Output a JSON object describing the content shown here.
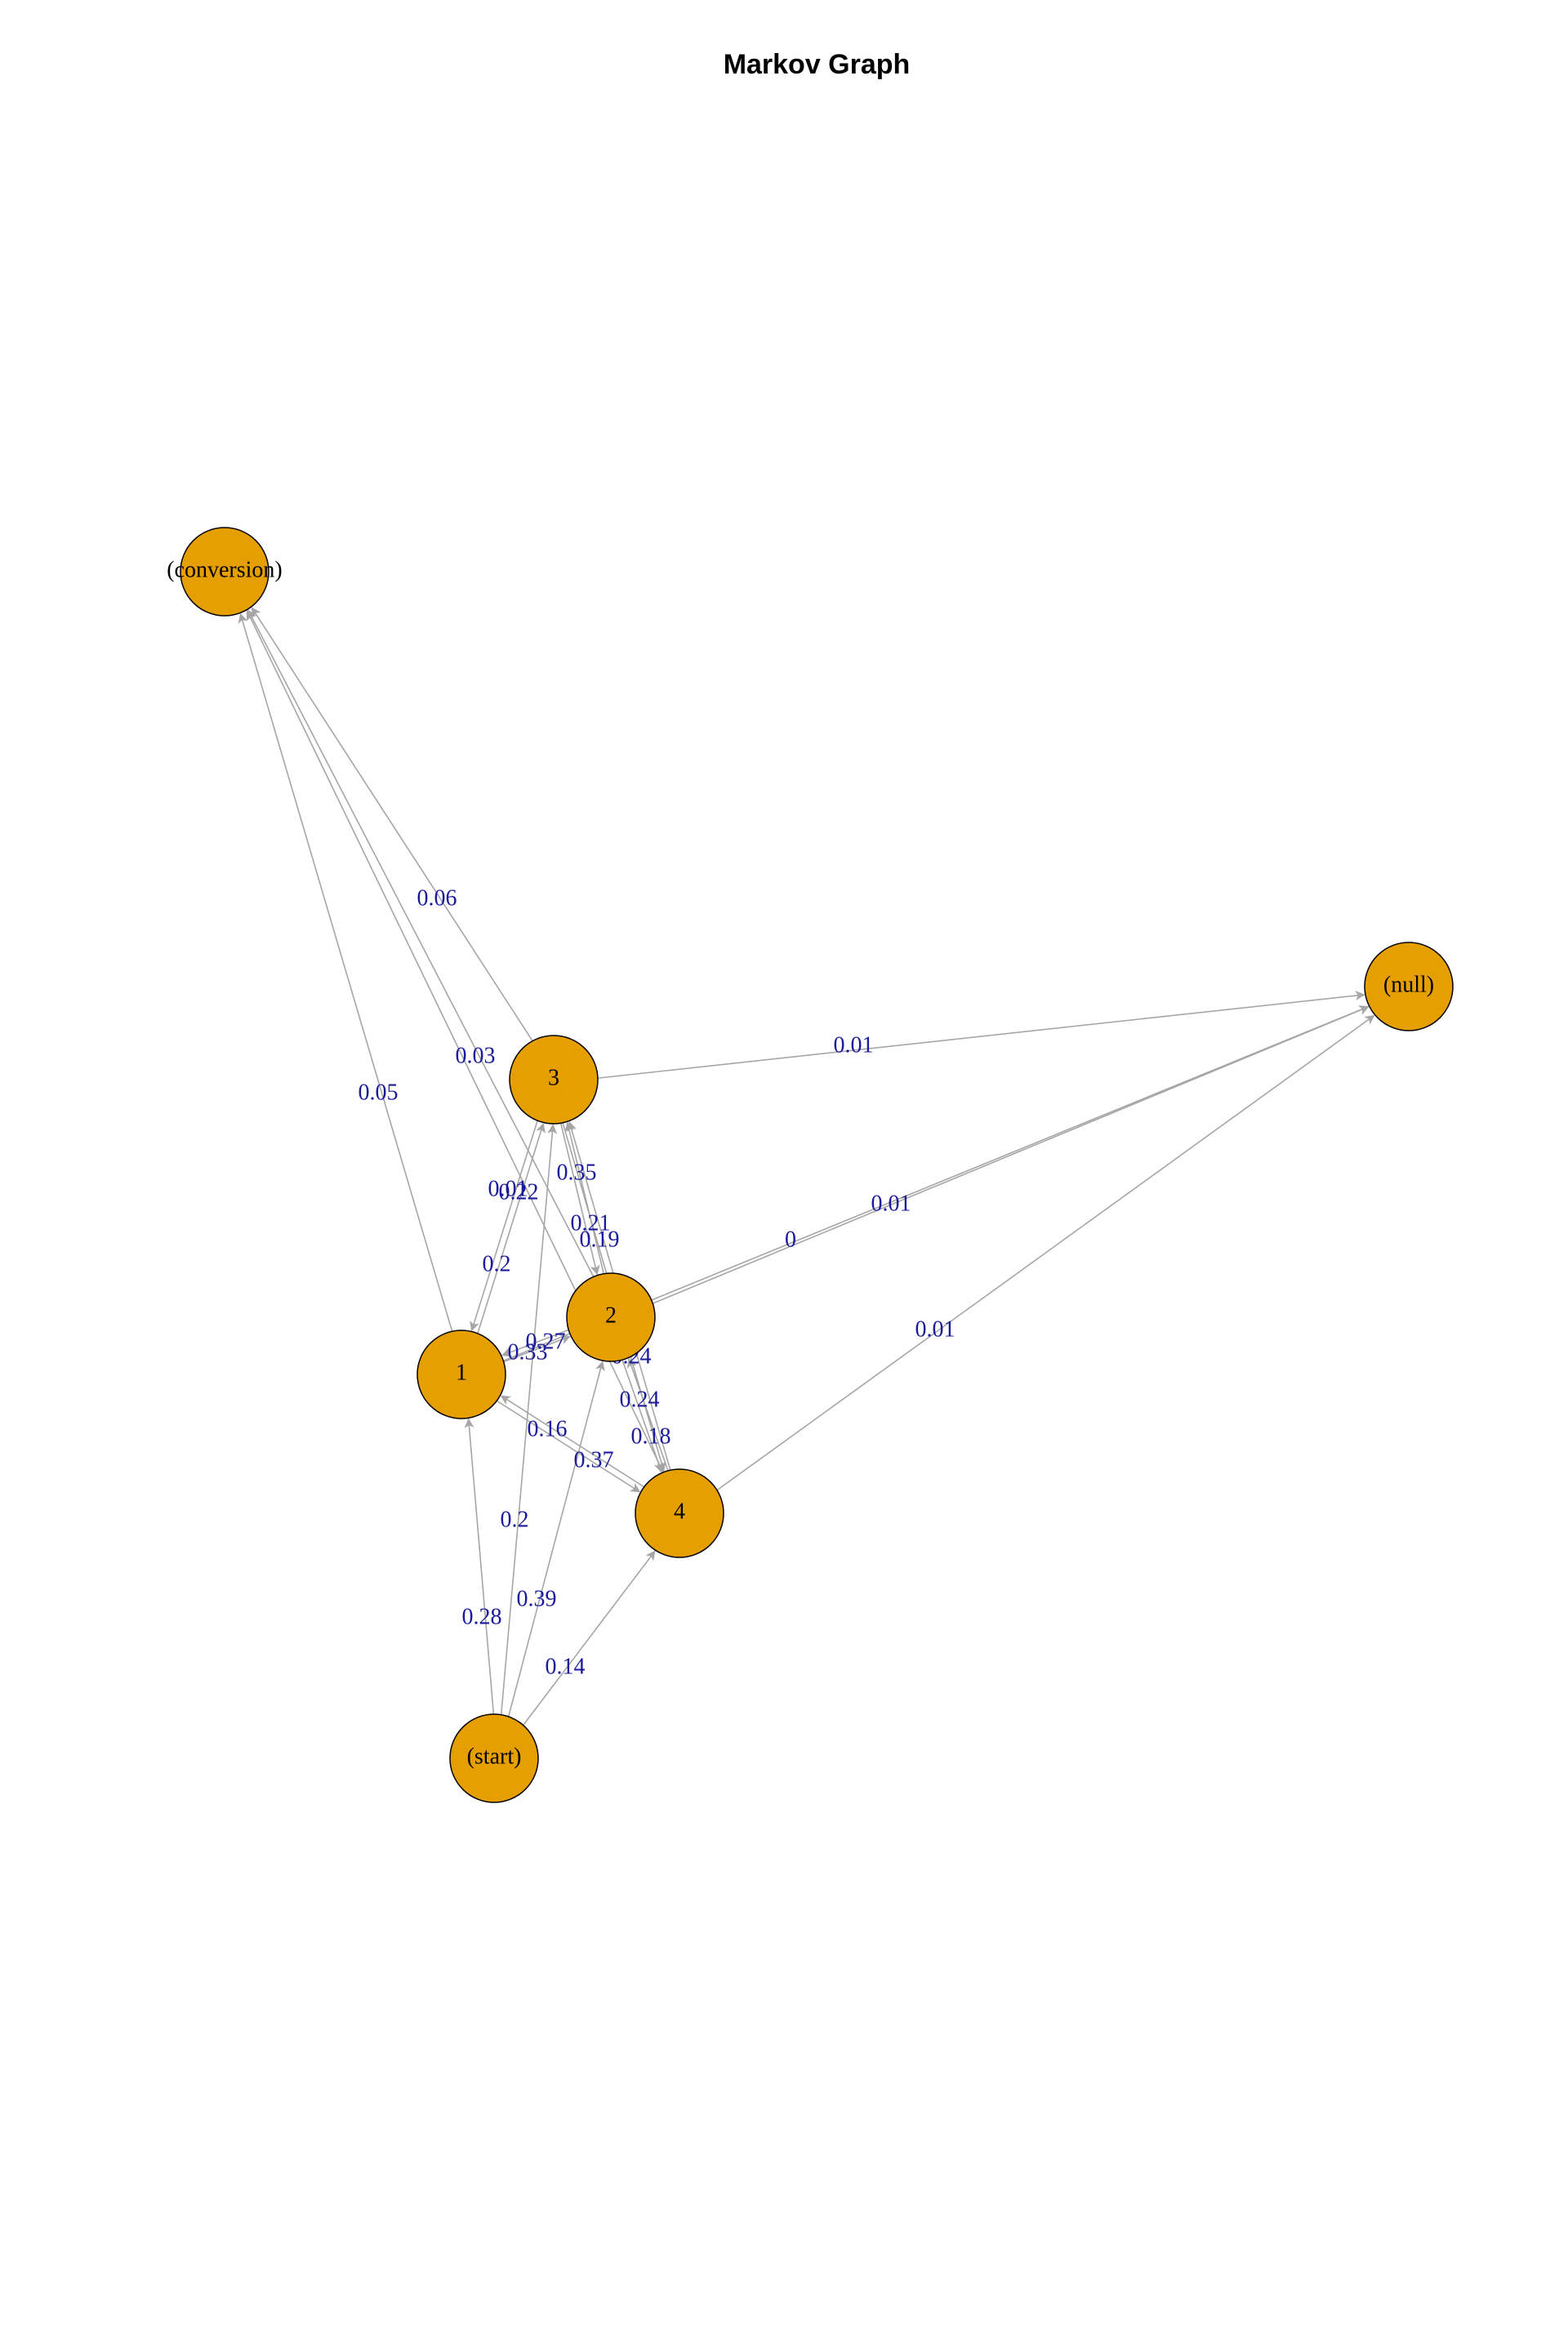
{
  "title": "Markov Graph",
  "colors": {
    "node_fill": "#E69F00",
    "node_stroke": "#000000",
    "edge": "#A6A6A6",
    "edge_label": "#1A1A9C"
  },
  "nodes": [
    {
      "id": "conversion",
      "label": "(conversion)"
    },
    {
      "id": "null",
      "label": "(null)"
    },
    {
      "id": "n3",
      "label": "3"
    },
    {
      "id": "n2",
      "label": "2"
    },
    {
      "id": "n1",
      "label": "1"
    },
    {
      "id": "n4",
      "label": "4"
    },
    {
      "id": "start",
      "label": "(start)"
    }
  ],
  "edges": [
    {
      "from": "n1",
      "to": "conversion",
      "label": "0.05"
    },
    {
      "from": "n3",
      "to": "conversion",
      "label": "0.06"
    },
    {
      "from": "n2",
      "to": "conversion",
      "label": "0.03"
    },
    {
      "from": "n4",
      "to": "conversion",
      "label": "0.01"
    },
    {
      "from": "n3",
      "to": "null",
      "label": "0.01"
    },
    {
      "from": "n2",
      "to": "null",
      "label": "0.01"
    },
    {
      "from": "n1",
      "to": "null",
      "label": "0"
    },
    {
      "from": "n4",
      "to": "null",
      "label": "0.01"
    },
    {
      "from": "n2",
      "to": "n3",
      "label": "0.35"
    },
    {
      "from": "n3",
      "to": "n2",
      "label": "0.21"
    },
    {
      "from": "n4",
      "to": "n3",
      "label": "0.19"
    },
    {
      "from": "n1",
      "to": "n3",
      "label": "0.22"
    },
    {
      "from": "n3",
      "to": "n1",
      "label": "0.2"
    },
    {
      "from": "n1",
      "to": "n2",
      "label": "0.33"
    },
    {
      "from": "n2",
      "to": "n1",
      "label": "0.27"
    },
    {
      "from": "n2",
      "to": "n4",
      "label": "0.24"
    },
    {
      "from": "n4",
      "to": "n2",
      "label": "0.24"
    },
    {
      "from": "n1",
      "to": "n4",
      "label": "0.37"
    },
    {
      "from": "n4",
      "to": "n1",
      "label": "0.16"
    },
    {
      "from": "n3",
      "to": "n4",
      "label": "0.18"
    },
    {
      "from": "start",
      "to": "n1",
      "label": "0.28"
    },
    {
      "from": "start",
      "to": "n2",
      "label": "0.39"
    },
    {
      "from": "start",
      "to": "n3",
      "label": "0.2"
    },
    {
      "from": "start",
      "to": "n4",
      "label": "0.14"
    }
  ]
}
